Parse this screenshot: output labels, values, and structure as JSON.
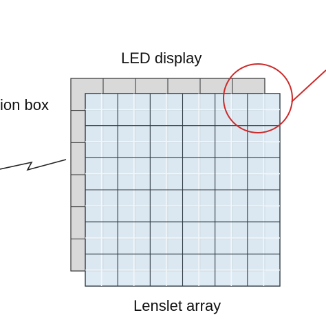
{
  "labels": {
    "led_display": "LED display",
    "interaction_box": "ion box",
    "lenslet_array": "Lenslet  array"
  },
  "colors": {
    "led_fill": "#d9d9d9",
    "led_stroke": "#333333",
    "lens_fill": "#dce9f3",
    "lens_stroke": "#2f3a44",
    "lens_subgrid": "#f4f7fa",
    "highlight_circle": "#cc2a2a",
    "line": "#222222"
  },
  "diagram": {
    "led_grid": {
      "cols": 6,
      "rows": 6
    },
    "lenslet_grid": {
      "cols": 6,
      "rows": 6,
      "subdivisions": 2
    }
  },
  "icons": [
    "zoom-highlight-circle",
    "connector-line",
    "zigzag-leader-line"
  ]
}
